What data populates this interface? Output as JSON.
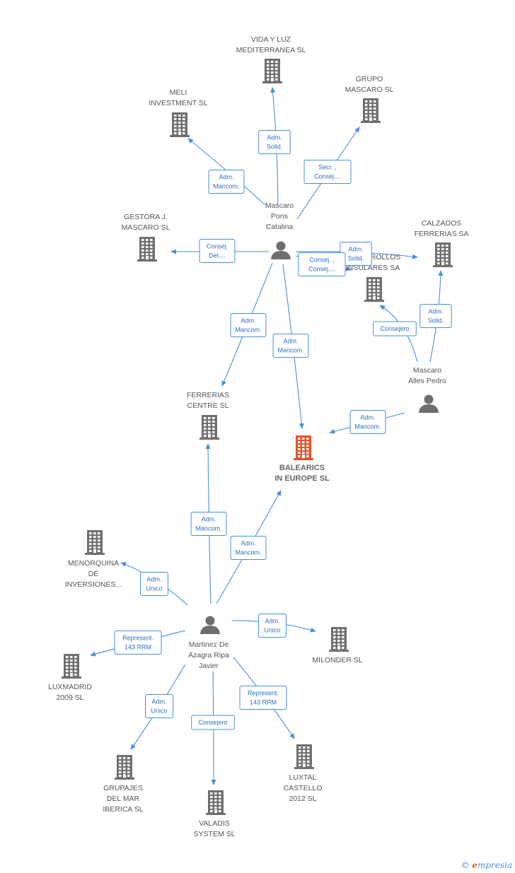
{
  "colors": {
    "edge": "#4a8fdc",
    "building": "#707070",
    "focus_building": "#e8542a",
    "person": "#6e6e6e"
  },
  "brand": {
    "copyright": "©",
    "initial": "e",
    "name": "mpresia"
  },
  "nodes": [
    {
      "id": "vida",
      "type": "company",
      "lines": [
        "VIDA Y LUZ",
        "MEDITERRANEA SL"
      ]
    },
    {
      "id": "grupo",
      "type": "company",
      "lines": [
        "GRUPO",
        "MASCARO SL"
      ]
    },
    {
      "id": "meli",
      "type": "company",
      "lines": [
        "MELI",
        "INVESTMENT  SL"
      ]
    },
    {
      "id": "gestora",
      "type": "company",
      "lines": [
        "GESTORA J.",
        "MASCARO  SL"
      ]
    },
    {
      "id": "calzados",
      "type": "company",
      "lines": [
        "CALZADOS",
        "FERRERIAS SA"
      ]
    },
    {
      "id": "desarrollos",
      "type": "company",
      "lines": [
        "DESARROLLOS",
        "INSULARES SA"
      ]
    },
    {
      "id": "pons",
      "type": "person",
      "lines": [
        "Mascaro",
        "Pons",
        "Catalina"
      ]
    },
    {
      "id": "alles",
      "type": "person",
      "lines": [
        "Mascaro",
        "Alles Pedro"
      ]
    },
    {
      "id": "ferrerias",
      "type": "company",
      "lines": [
        "FERRERIAS",
        "CENTRE SL"
      ]
    },
    {
      "id": "balearics",
      "type": "focus",
      "lines": [
        "BALEARICS",
        "IN EUROPE SL"
      ]
    },
    {
      "id": "menorquina",
      "type": "company",
      "lines": [
        "MENORQUINA",
        "DE",
        "INVERSIONES..."
      ]
    },
    {
      "id": "martinez",
      "type": "person",
      "lines": [
        "Martinez De",
        "Azagra Ripa",
        "Javier"
      ]
    },
    {
      "id": "milonder",
      "type": "company",
      "lines": [
        "MILONDER SL"
      ]
    },
    {
      "id": "luxmadrid",
      "type": "company",
      "lines": [
        "LUXMADRID",
        "2009 SL"
      ]
    },
    {
      "id": "grupajes",
      "type": "company",
      "lines": [
        "GRUPAJES",
        "DEL MAR",
        "IBERICA SL"
      ]
    },
    {
      "id": "valadis",
      "type": "company",
      "lines": [
        "VALADIS",
        "SYSTEM SL"
      ]
    },
    {
      "id": "luxtal",
      "type": "company",
      "lines": [
        "LUXTAL",
        "CASTELLO",
        "2012 SL"
      ]
    }
  ],
  "edges": [
    {
      "from": "pons",
      "to": "vida",
      "label": [
        "Adm.",
        "Solid."
      ]
    },
    {
      "from": "pons",
      "to": "grupo",
      "label": [
        "Secr. ,",
        "Consej...."
      ]
    },
    {
      "from": "pons",
      "to": "meli",
      "label": [
        "Adm.",
        "Mancom."
      ]
    },
    {
      "from": "pons",
      "to": "gestora",
      "label": [
        "Consej.",
        "Del...."
      ]
    },
    {
      "from": "pons",
      "to": "calzados",
      "label": [
        "Adm.",
        "Solid."
      ]
    },
    {
      "from": "pons",
      "to": "desarrollos",
      "label": [
        "Consej. ,",
        "Consej...."
      ]
    },
    {
      "from": "pons",
      "to": "ferrerias",
      "label": [
        "Adm.",
        "Mancom."
      ]
    },
    {
      "from": "pons",
      "to": "balearics",
      "label": [
        "Adm.",
        "Mancom."
      ]
    },
    {
      "from": "alles",
      "to": "desarrollos",
      "label": [
        "Consejero"
      ]
    },
    {
      "from": "alles",
      "to": "calzados",
      "label": [
        "Adm.",
        "Solid."
      ]
    },
    {
      "from": "alles",
      "to": "balearics",
      "label": [
        "Adm.",
        "Mancom."
      ]
    },
    {
      "from": "martinez",
      "to": "ferrerias",
      "label": [
        "Adm.",
        "Mancom."
      ]
    },
    {
      "from": "martinez",
      "to": "balearics",
      "label": [
        "Adm.",
        "Mancom."
      ]
    },
    {
      "from": "martinez",
      "to": "menorquina",
      "label": [
        "Adm.",
        "Unico"
      ]
    },
    {
      "from": "martinez",
      "to": "milonder",
      "label": [
        "Adm.",
        "Unico"
      ]
    },
    {
      "from": "martinez",
      "to": "luxmadrid",
      "label": [
        "Represent.",
        "143 RRM"
      ]
    },
    {
      "from": "martinez",
      "to": "grupajes",
      "label": [
        "Adm.",
        "Unico"
      ]
    },
    {
      "from": "martinez",
      "to": "valadis",
      "label": [
        "Consejero"
      ]
    },
    {
      "from": "martinez",
      "to": "luxtal",
      "label": [
        "Represent.",
        "143 RRM"
      ]
    }
  ]
}
